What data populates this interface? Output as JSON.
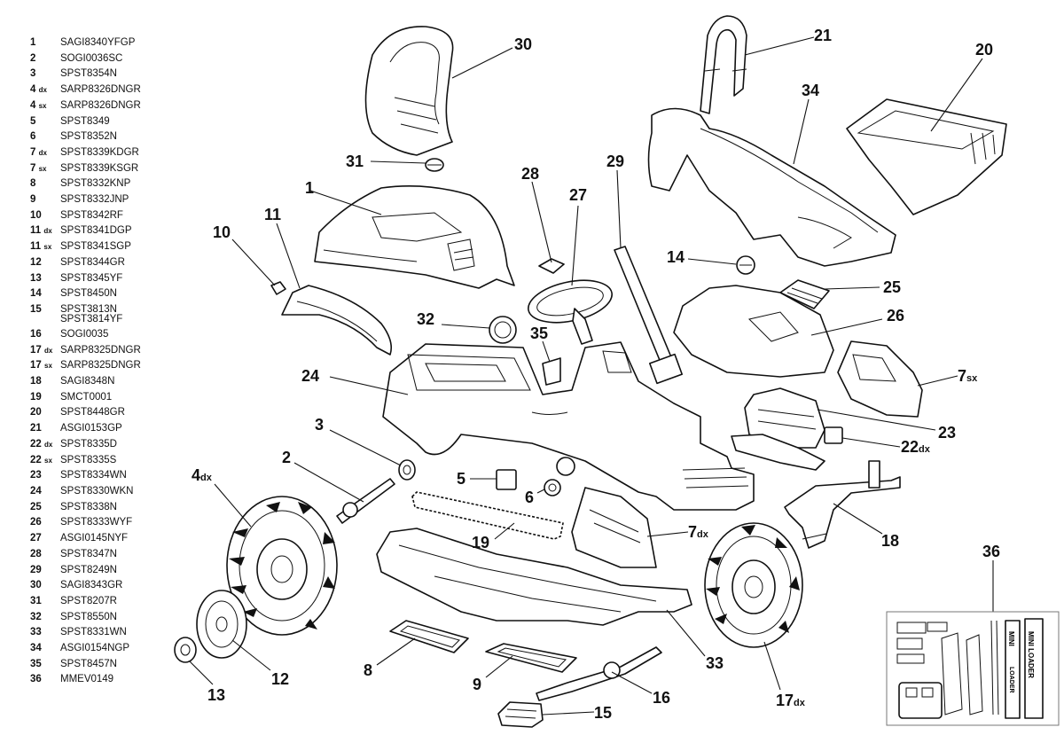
{
  "parts": [
    {
      "num": "1",
      "side": "",
      "code": "SAGI8340YFGP"
    },
    {
      "num": "2",
      "side": "",
      "code": "SOGI0036SC"
    },
    {
      "num": "3",
      "side": "",
      "code": "SPST8354N"
    },
    {
      "num": "4",
      "side": "dx",
      "code": "SARP8326DNGR"
    },
    {
      "num": "4",
      "side": "sx",
      "code": "SARP8326DNGR"
    },
    {
      "num": "5",
      "side": "",
      "code": "SPST8349"
    },
    {
      "num": "6",
      "side": "",
      "code": "SPST8352N"
    },
    {
      "num": "7",
      "side": "dx",
      "code": "SPST8339KDGR"
    },
    {
      "num": "7",
      "side": "sx",
      "code": "SPST8339KSGR"
    },
    {
      "num": "8",
      "side": "",
      "code": "SPST8332KNP"
    },
    {
      "num": "9",
      "side": "",
      "code": "SPST8332JNP"
    },
    {
      "num": "10",
      "side": "",
      "code": "SPST8342RF"
    },
    {
      "num": "11",
      "side": "dx",
      "code": "SPST8341DGP"
    },
    {
      "num": "11",
      "side": "sx",
      "code": "SPST8341SGP"
    },
    {
      "num": "12",
      "side": "",
      "code": "SPST8344GR"
    },
    {
      "num": "13",
      "side": "",
      "code": "SPST8345YF"
    },
    {
      "num": "14",
      "side": "",
      "code": "SPST8450N"
    },
    {
      "num": "15",
      "side": "",
      "code": "SPST3813N\nSPST3814YF"
    },
    {
      "num": "16",
      "side": "",
      "code": "SOGI0035"
    },
    {
      "num": "17",
      "side": "dx",
      "code": "SARP8325DNGR"
    },
    {
      "num": "17",
      "side": "sx",
      "code": "SARP8325DNGR"
    },
    {
      "num": "18",
      "side": "",
      "code": "SAGI8348N"
    },
    {
      "num": "19",
      "side": "",
      "code": "SMCT0001"
    },
    {
      "num": "20",
      "side": "",
      "code": "SPST8448GR"
    },
    {
      "num": "21",
      "side": "",
      "code": "ASGI0153GP"
    },
    {
      "num": "22",
      "side": "dx",
      "code": "SPST8335D"
    },
    {
      "num": "22",
      "side": "sx",
      "code": "SPST8335S"
    },
    {
      "num": "23",
      "side": "",
      "code": "SPST8334WN"
    },
    {
      "num": "24",
      "side": "",
      "code": "SPST8330WKN"
    },
    {
      "num": "25",
      "side": "",
      "code": "SPST8338N"
    },
    {
      "num": "26",
      "side": "",
      "code": "SPST8333WYF"
    },
    {
      "num": "27",
      "side": "",
      "code": "ASGI0145NYF"
    },
    {
      "num": "28",
      "side": "",
      "code": "SPST8347N"
    },
    {
      "num": "29",
      "side": "",
      "code": "SPST8249N"
    },
    {
      "num": "30",
      "side": "",
      "code": "SAGI8343GR"
    },
    {
      "num": "31",
      "side": "",
      "code": "SPST8207R"
    },
    {
      "num": "32",
      "side": "",
      "code": "SPST8550N"
    },
    {
      "num": "33",
      "side": "",
      "code": "SPST8331WN"
    },
    {
      "num": "34",
      "side": "",
      "code": "ASGI0154NGP"
    },
    {
      "num": "35",
      "side": "",
      "code": "SPST8457N"
    },
    {
      "num": "36",
      "side": "",
      "code": "MMEV0149"
    }
  ],
  "callouts": {
    "c1": "1",
    "c2": "2",
    "c3": "3",
    "c4": "4",
    "c4_side": "dx",
    "c5": "5",
    "c6": "6",
    "c7a": "7",
    "c7a_side": "sx",
    "c7b": "7",
    "c7b_side": "dx",
    "c8": "8",
    "c9": "9",
    "c10": "10",
    "c11": "11",
    "c12": "12",
    "c13": "13",
    "c14": "14",
    "c15": "15",
    "c16": "16",
    "c17": "17",
    "c17_side": "dx",
    "c18": "18",
    "c19": "19",
    "c20": "20",
    "c21": "21",
    "c22": "22",
    "c22_side": "dx",
    "c23": "23",
    "c24": "24",
    "c25": "25",
    "c26": "26",
    "c27": "27",
    "c28": "28",
    "c29": "29",
    "c30": "30",
    "c31": "31",
    "c32": "32",
    "c33": "33",
    "c34": "34",
    "c35": "35",
    "c36": "36"
  },
  "decal_sheet": {
    "label_a": "MINI",
    "label_b": "MINI LOADER",
    "label_c": "LOADER"
  }
}
